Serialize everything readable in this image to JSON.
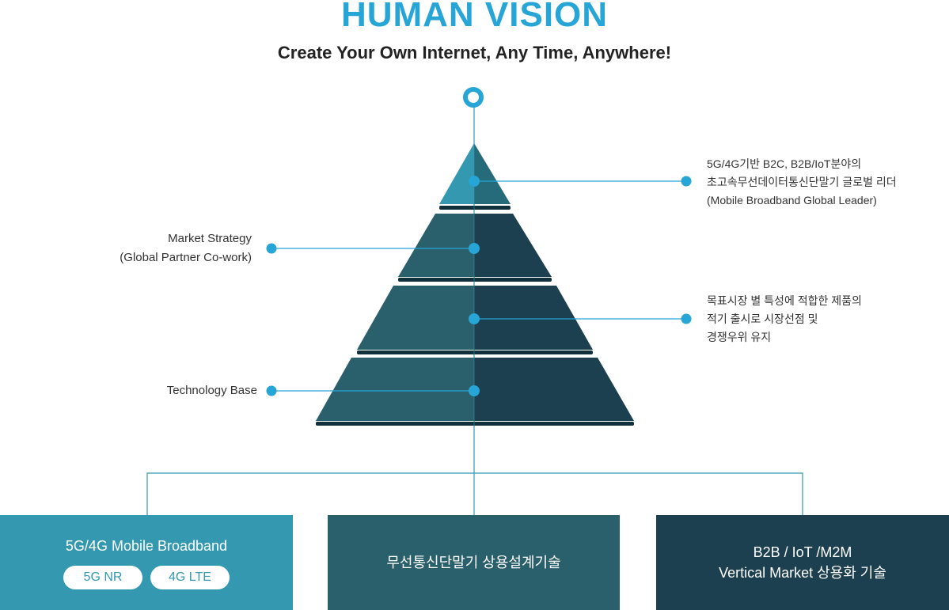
{
  "header": {
    "title": "HUMAN VISION",
    "subtitle": "Create Your Own Internet, Any Time, Anywhere!"
  },
  "labels": {
    "top_right": [
      "5G/4G기반 B2C, B2B/IoT분야의",
      "초고속무선데이터통신단말기 글로벌 리더",
      "(Mobile Broadband Global Leader)"
    ],
    "market": [
      "Market Strategy",
      "(Global Partner Co-work)"
    ],
    "mid_right": [
      "목표시장 별 특성에 적합한 제품의",
      "적기 출시로 시장선점 및",
      "경쟁우위 유지"
    ],
    "tech": "Technology Base"
  },
  "boxes": [
    {
      "title": "5G/4G Mobile Broadband",
      "tags": [
        "5G NR",
        "4G LTE"
      ]
    },
    {
      "title": "무선통신단말기 상용설계기술"
    },
    {
      "lines": [
        "B2B / IoT /M2M",
        "Vertical Market 상용화 기술"
      ]
    }
  ],
  "colors": {
    "accent": "#26a5d6",
    "light": "#3498b0",
    "mid": "#2a5f6c",
    "dark": "#1c404f"
  }
}
